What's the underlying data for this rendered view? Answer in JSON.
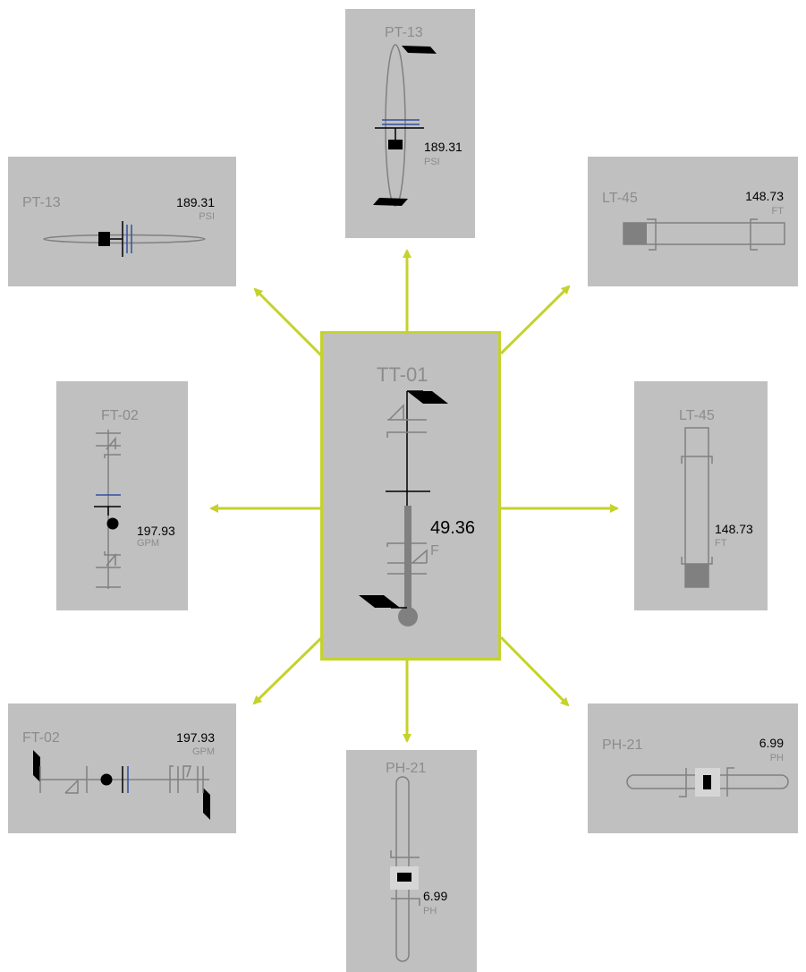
{
  "center": {
    "tag": "TT-01",
    "value": "49.36",
    "unit": "F"
  },
  "pressure_vertical": {
    "tag": "PT-13",
    "value": "189.31",
    "unit": "PSI"
  },
  "pressure_horizontal": {
    "tag": "PT-13",
    "value": "189.31",
    "unit": "PSI"
  },
  "level_horizontal": {
    "tag": "LT-45",
    "value": "148.73",
    "unit": "FT"
  },
  "level_vertical": {
    "tag": "LT-45",
    "value": "148.73",
    "unit": "FT"
  },
  "flow_vertical": {
    "tag": "FT-02",
    "value": "197.93",
    "unit": "GPM"
  },
  "flow_horizontal": {
    "tag": "FT-02",
    "value": "197.93",
    "unit": "GPM"
  },
  "ph_vertical": {
    "tag": "PH-21",
    "value": "6.99",
    "unit": "PH"
  },
  "ph_horizontal": {
    "tag": "PH-21",
    "value": "6.99",
    "unit": "PH"
  },
  "colors": {
    "arrow": "#c5d22b",
    "panel": "#c0c0c0",
    "setpoint": "#3050a0"
  }
}
